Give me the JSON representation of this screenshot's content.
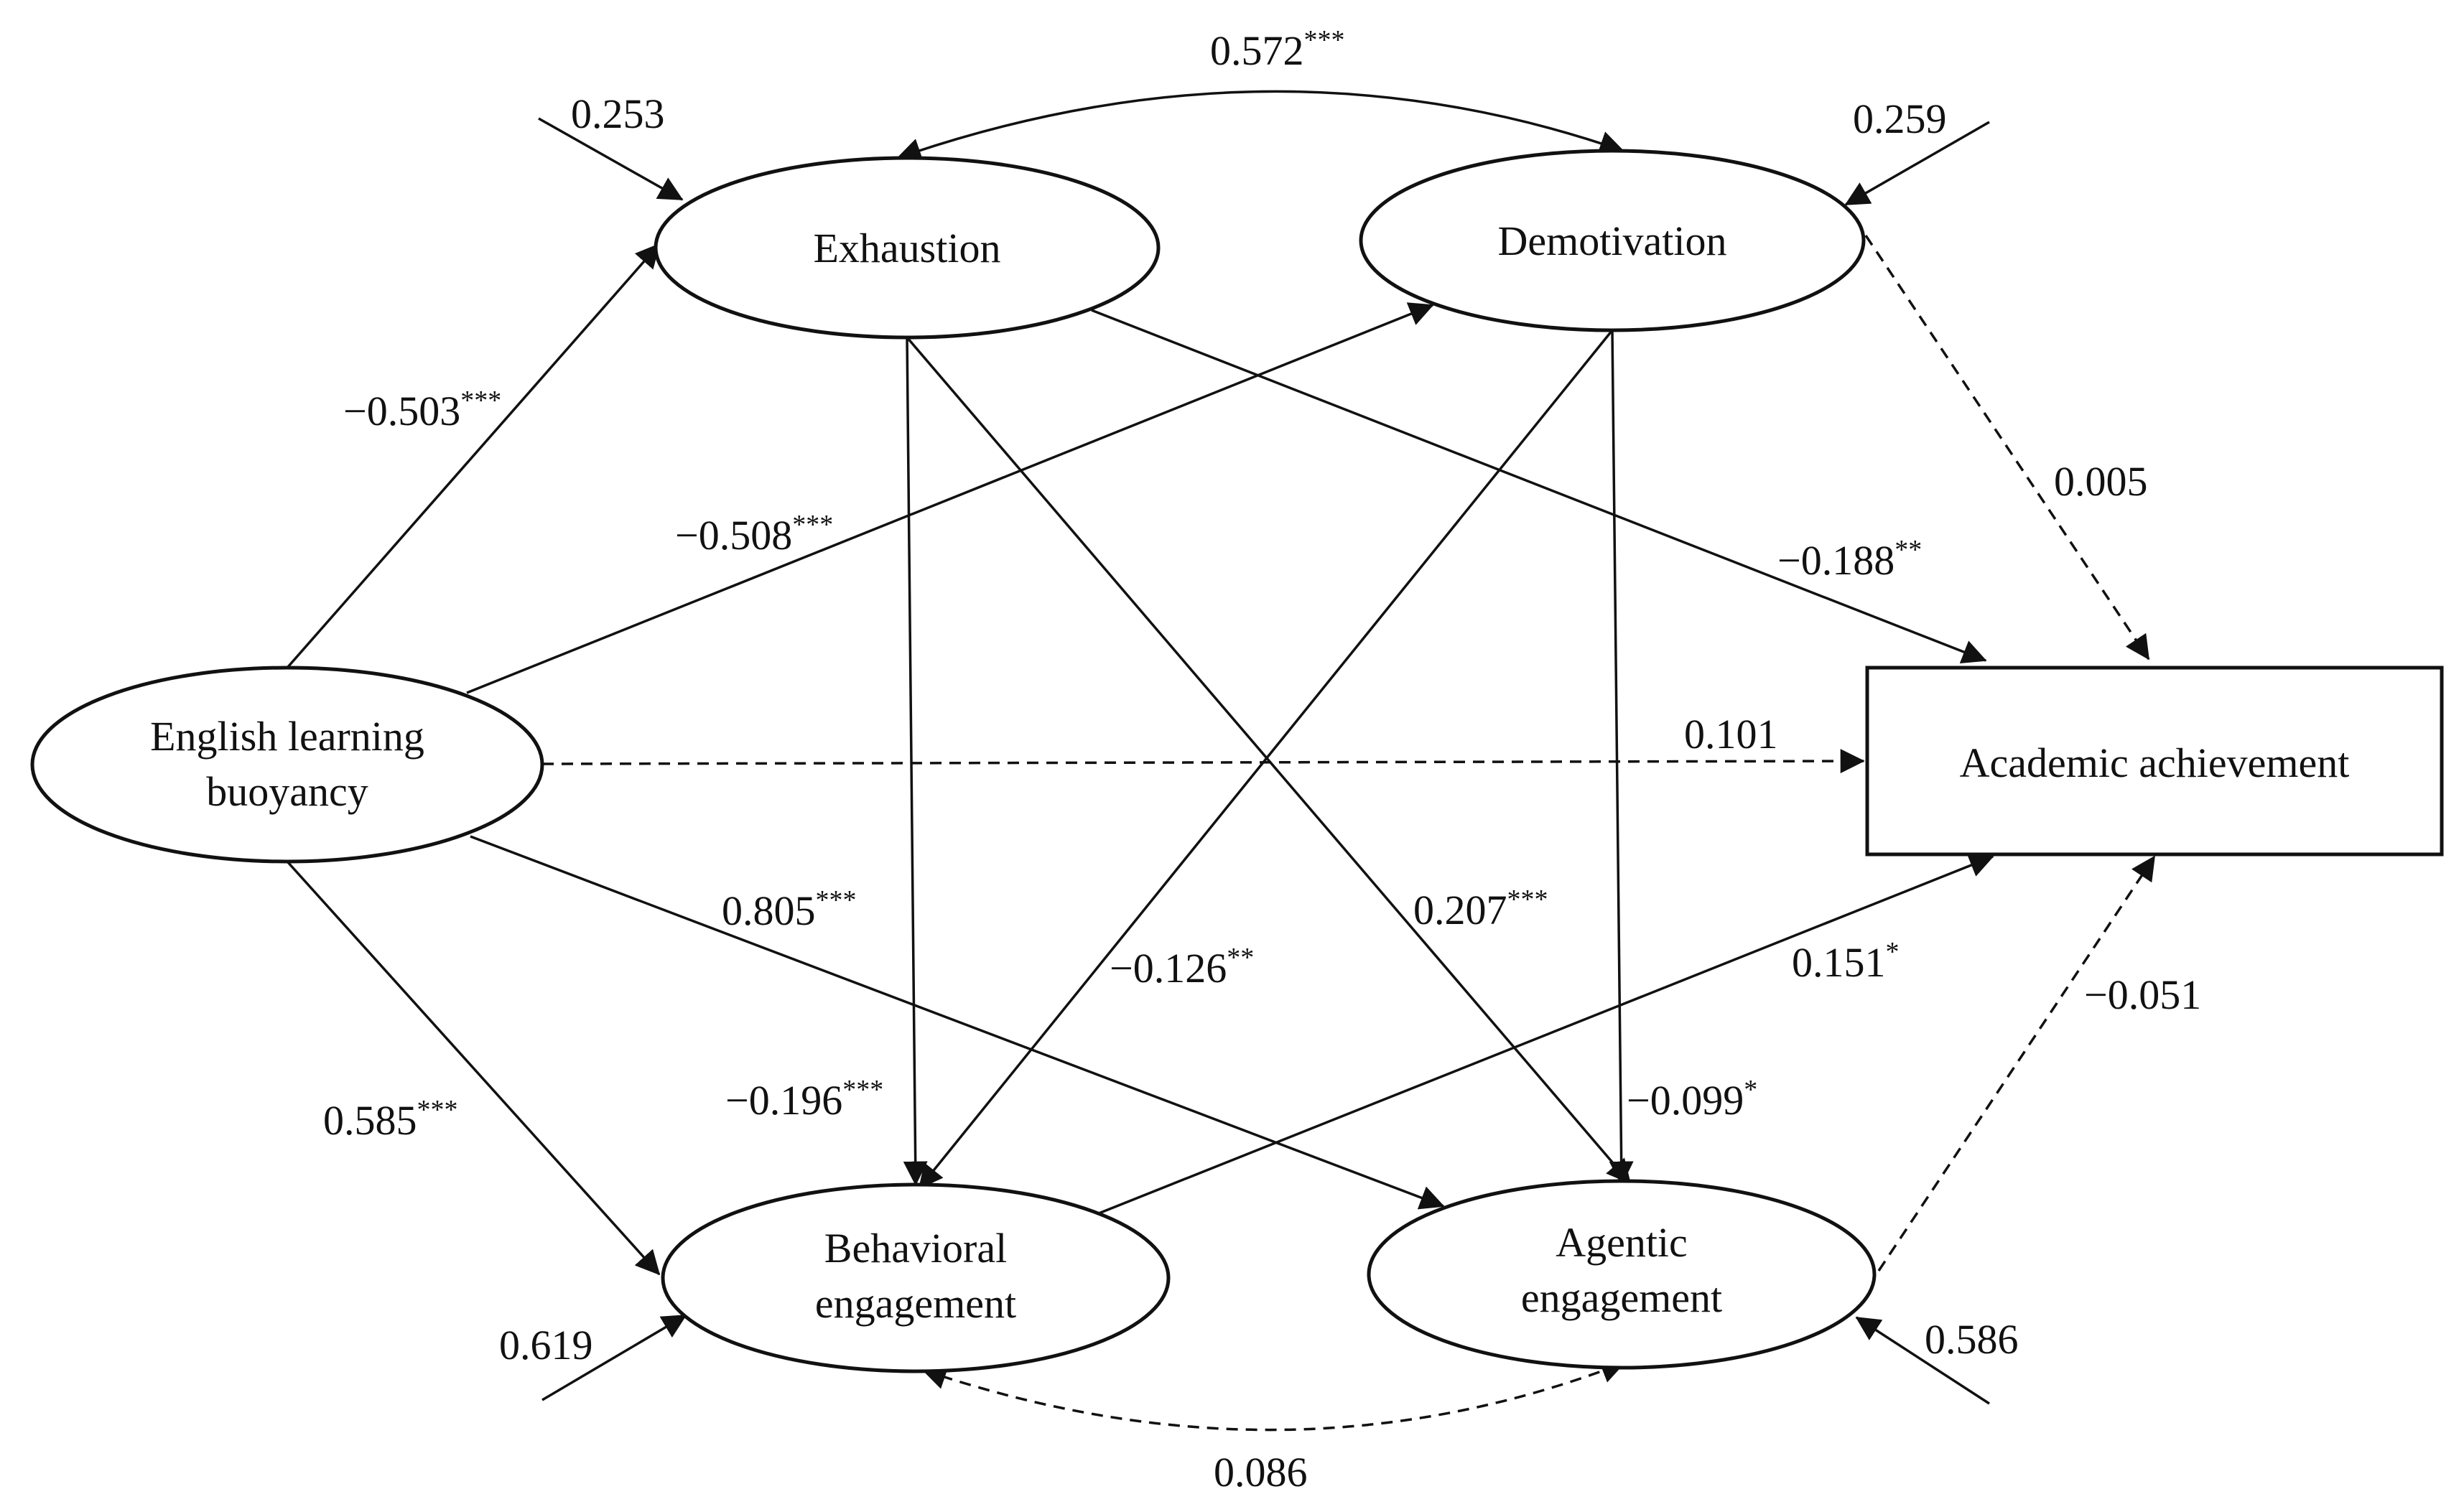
{
  "nodes": {
    "exhaustion": {
      "lines": [
        "Exhaustion"
      ]
    },
    "demotivation": {
      "lines": [
        "Demotivation"
      ]
    },
    "buoyancy": {
      "lines": [
        "English learning",
        "buoyancy"
      ]
    },
    "behavioral": {
      "lines": [
        "Behavioral",
        "engagement"
      ]
    },
    "agentic": {
      "lines": [
        "Agentic",
        "engagement"
      ]
    },
    "achievement": {
      "lines": [
        "Academic achievement"
      ]
    }
  },
  "paths": {
    "exh_dem_cov": {
      "value": "0.572",
      "sig": "***"
    },
    "buoy_exh": {
      "value": "−0.503",
      "sig": "***"
    },
    "buoy_dem": {
      "value": "−0.508",
      "sig": "***"
    },
    "buoy_ach": {
      "value": "0.101",
      "sig": ""
    },
    "buoy_agt": {
      "value": "0.805",
      "sig": "***"
    },
    "buoy_beh": {
      "value": "0.585",
      "sig": "***"
    },
    "exh_beh": {
      "value": "−0.196",
      "sig": "***"
    },
    "exh_agt": {
      "value": "0.207",
      "sig": "***"
    },
    "exh_ach": {
      "value": "−0.188",
      "sig": "**"
    },
    "dem_beh": {
      "value": "−0.126",
      "sig": "**"
    },
    "dem_agt": {
      "value": "−0.099",
      "sig": "*"
    },
    "dem_ach": {
      "value": "0.005",
      "sig": ""
    },
    "beh_ach": {
      "value": "0.151",
      "sig": "*"
    },
    "agt_ach": {
      "value": "−0.051",
      "sig": ""
    },
    "beh_agt_cov": {
      "value": "0.086",
      "sig": ""
    }
  },
  "residuals": {
    "exhaustion": "0.253",
    "demotivation": "0.259",
    "behavioral": "0.619",
    "agentic": "0.586"
  }
}
